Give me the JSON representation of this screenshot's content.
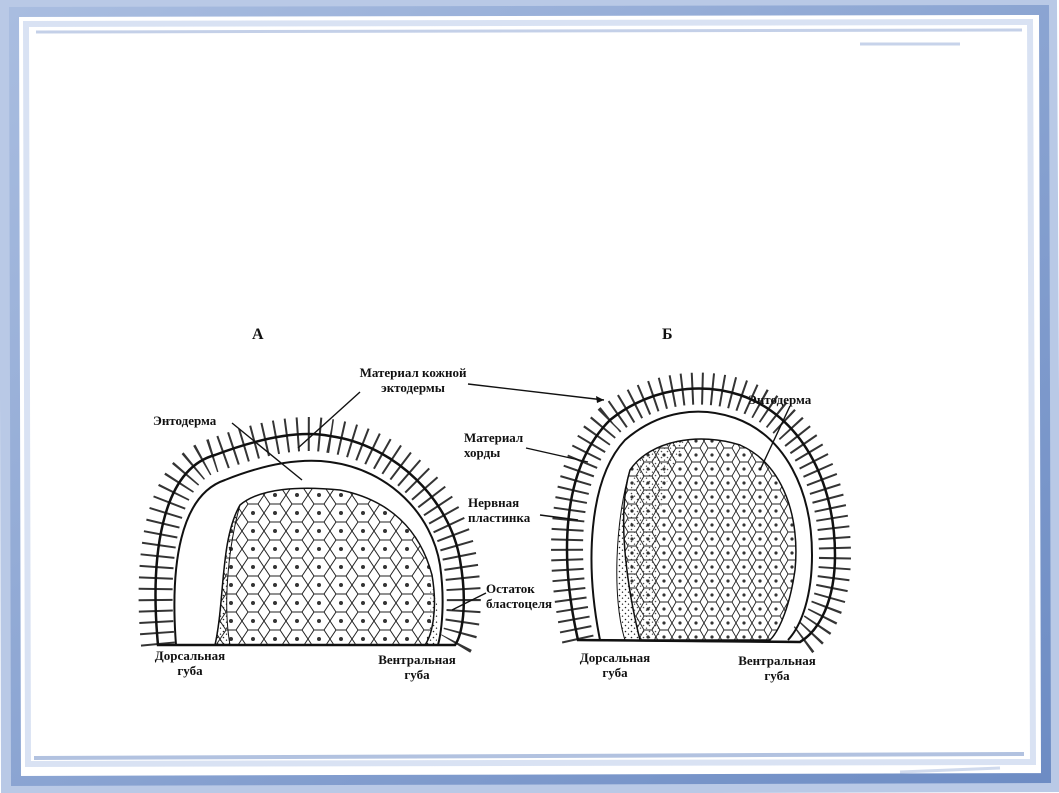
{
  "slide": {
    "frame_color": "#8aa3cf",
    "background": "#ffffff"
  },
  "figure_a": {
    "letter": "А",
    "skin_ectoderm": [
      "Материал кожной",
      "эктодермы"
    ],
    "endoderm": "Энтодерма",
    "blastocoel": [
      "Остаток",
      "бластоцеля"
    ],
    "dorsal_lip": [
      "Дорсальная",
      "губа"
    ],
    "ventral_lip": [
      "Вентральная",
      "губа"
    ]
  },
  "figure_b": {
    "letter": "Б",
    "endoderm": "Энтодерма",
    "notochord": [
      "Материал",
      "хорды"
    ],
    "neural_plate": [
      "Нервная",
      "пластинка"
    ],
    "dorsal_lip": [
      "Дорсальная",
      "губа"
    ],
    "ventral_lip": [
      "Вентральная",
      "губа"
    ]
  }
}
